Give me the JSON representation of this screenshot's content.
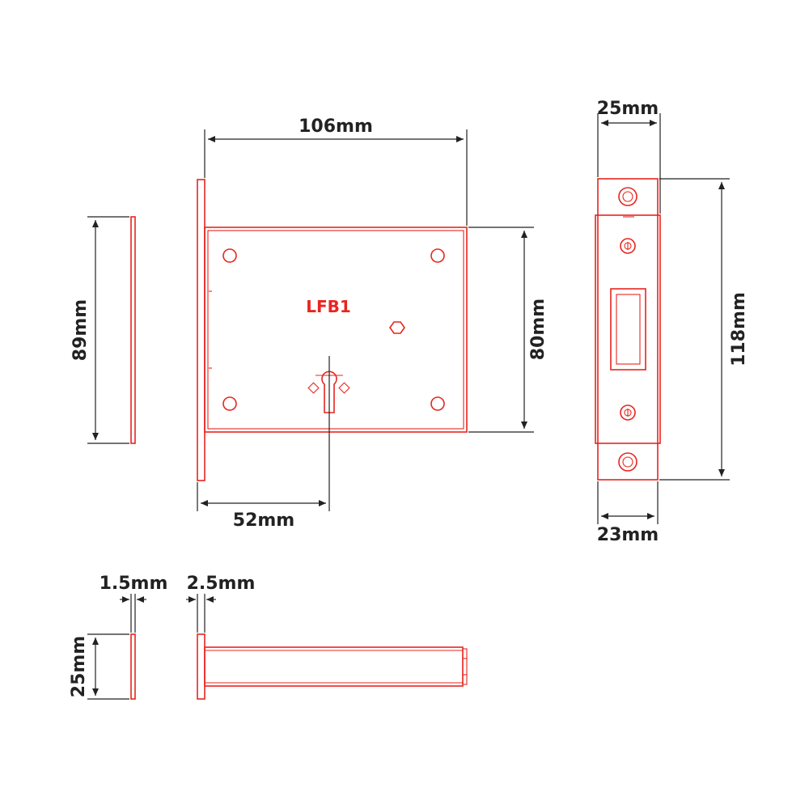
{
  "diagram": {
    "model_label": "LFB1",
    "dimensions": {
      "body_width": "106mm",
      "body_height": "80mm",
      "keyhole_offset": "52mm",
      "forend_height": "89mm",
      "keep_height": "118mm",
      "keep_width_top": "25mm",
      "keep_width_bottom": "23mm",
      "forend_depth": "25mm",
      "forend_thickness": "1.5mm",
      "plate_thickness": "2.5mm"
    },
    "colors": {
      "part_outline": "#e8251f",
      "dimension_line": "#222222"
    }
  }
}
